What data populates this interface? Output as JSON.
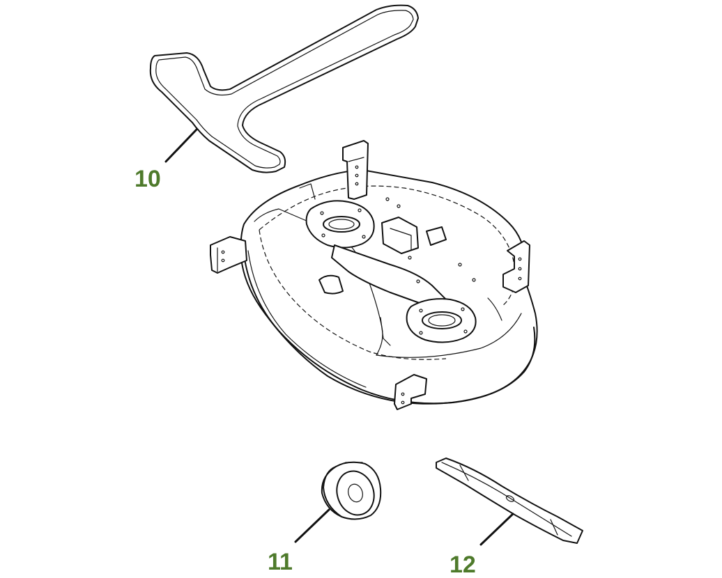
{
  "diagram": {
    "callouts": [
      {
        "id": "belt",
        "label": "10"
      },
      {
        "id": "gauge-wheel",
        "label": "11"
      },
      {
        "id": "mower-blade",
        "label": "12"
      }
    ],
    "label_color": "#4e7a2b",
    "line_color": "#111111"
  }
}
